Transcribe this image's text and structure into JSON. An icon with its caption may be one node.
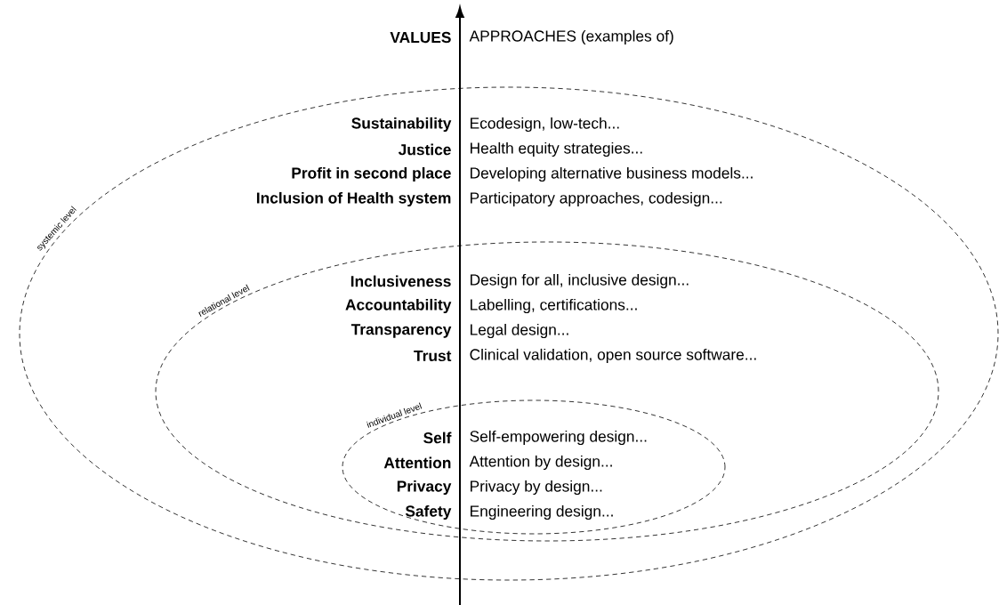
{
  "diagram": {
    "nodes": [
      {
        "text": [
          "systemic level",
          "Sustainability",
          "Ecodesign, low-tech...",
          "Justice",
          "Health equity strategies...",
          "Profit in second place",
          "Developing alternative business models...",
          "Inclusion of Health system",
          "Participatory approaches, codesign..."
        ]
      },
      {
        "text": [
          "relational level",
          "Inclusiveness",
          "Design for all, inclusive design...",
          "Accountability",
          "Labelling, certifications...",
          "Transparency",
          "Legal design...",
          "Trust",
          "Clinical validation, open source software..."
        ],
        "in": 0
      },
      {
        "text": [
          "individual level",
          "Self",
          "Self-empowering design...",
          "Attention",
          "Attention by design...",
          "Privacy",
          "Privacy by design...",
          "Safety",
          "Engineering design..."
        ],
        "in": 1
      }
    ],
    "labels": [
      "VALUES",
      "APPROACHES (examples of)"
    ]
  }
}
